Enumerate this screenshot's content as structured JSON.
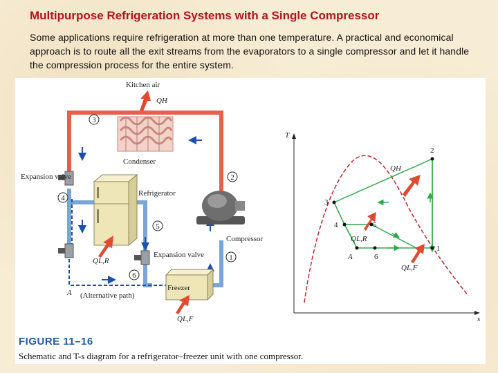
{
  "slide": {
    "title": "Multipurpose Refrigeration Systems with a Single Compressor",
    "paragraph": "Some applications require refrigeration at more than one temperature. A practical and economical approach is to route all the exit streams from the evaporators to a single compressor and let it handle the compression process for the entire system."
  },
  "schematic": {
    "kitchen_air": "Kitchen air",
    "q_h": "QH",
    "condenser": "Condenser",
    "expansion_valve_1": "Expansion valve",
    "refrigerator": "Refrigerator",
    "compressor": "Compressor",
    "expansion_valve_2": "Expansion valve",
    "freezer": "Freezer",
    "q_lr": "QL,R",
    "q_lf": "QL,F",
    "alt_label": "A",
    "alt_path": "(Alternative path)",
    "states": [
      "1",
      "2",
      "3",
      "4",
      "5",
      "6"
    ]
  },
  "ts_diagram": {
    "y_axis": "T",
    "x_axis": "s",
    "q_h": "QH",
    "q_lr": "QL,R",
    "q_lf": "QL,F",
    "point_labels": [
      "1",
      "2",
      "3",
      "4",
      "5",
      "6",
      "A"
    ]
  },
  "figure": {
    "number": "FIGURE 11–16",
    "caption": "Schematic and T-s diagram for a refrigerator–freezer unit with one compressor."
  },
  "colors": {
    "title": "#b3141c",
    "pipe_hot": "#e8604a",
    "pipe_cold": "#79a6d8",
    "dashed": "#1f4fa8",
    "cycle_green": "#2eaa4a",
    "dome_red": "#c2242c",
    "figure_label": "#1c5aa6"
  }
}
